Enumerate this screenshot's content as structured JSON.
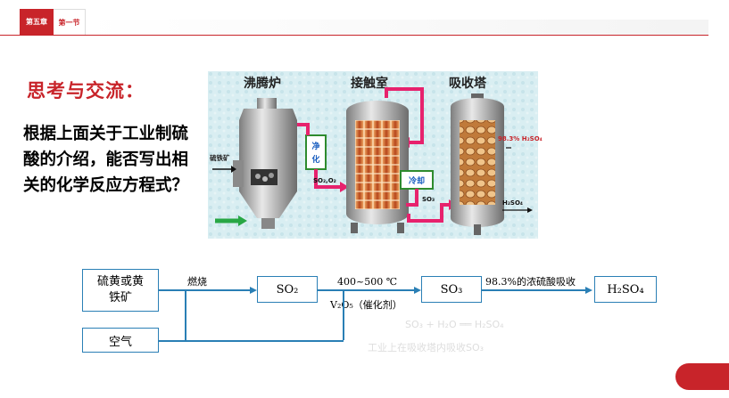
{
  "header": {
    "chapter": "第五章",
    "section": "第一节"
  },
  "title": "思考与交流：",
  "question": "根据上面关于工业制硫酸的介绍，能否写出相关的化学反应方程式？",
  "plant": {
    "stage1": "沸腾炉",
    "stage2": "接触室",
    "stage3": "吸收塔",
    "purify": "净化",
    "cool": "冷却",
    "feed": "硫铁矿",
    "gas": "SO₂,O₂",
    "so3": "SO₃",
    "acid": "98.3% H₂SO₄",
    "product": "H₂SO₄"
  },
  "flow": {
    "raw": "硫黄或黄铁矿",
    "air": "空气",
    "burn": "燃烧",
    "so2": "SO₂",
    "cond1": "400~500 ℃",
    "cond2": "V₂O₅（催化剂）",
    "so3": "SO₃",
    "absorb": "98.3%的浓硫酸吸收",
    "h2so4": "H₂SO₄"
  },
  "colors": {
    "brand": "#c8242a",
    "flow_line": "#2a7fb5",
    "arrow_pink": "#e7226d",
    "box_green": "#2e8b2e"
  }
}
